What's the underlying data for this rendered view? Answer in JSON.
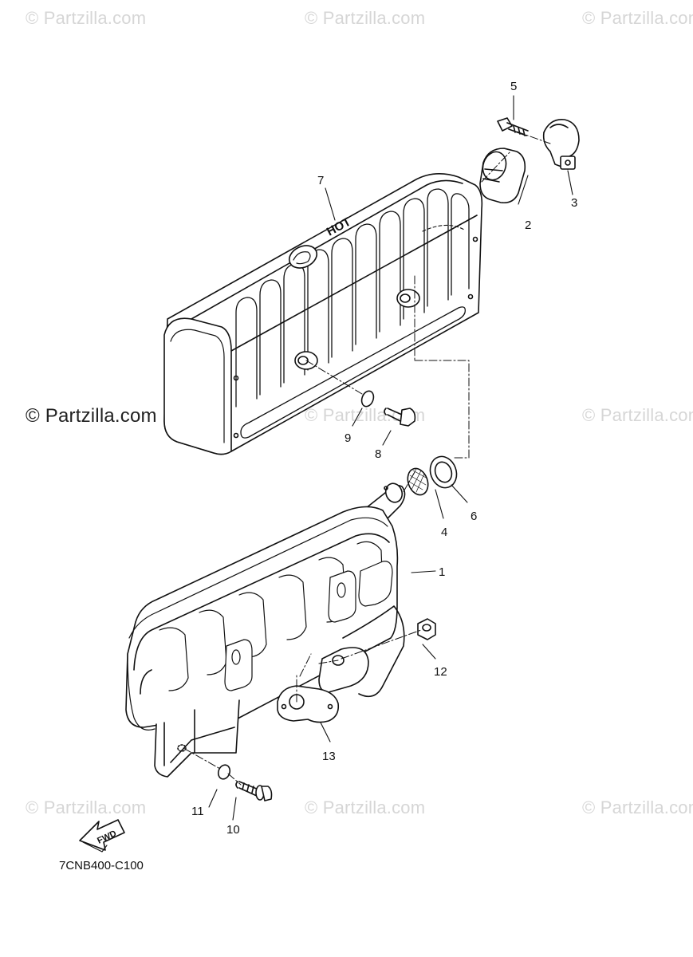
{
  "watermarks": {
    "faint": "© Partzilla.com",
    "strong": "© Partzilla.com"
  },
  "callouts": {
    "c1": "1",
    "c2": "2",
    "c3": "3",
    "c4": "4",
    "c5": "5",
    "c6": "6",
    "c7": "7",
    "c8": "8",
    "c9": "9",
    "c10": "10",
    "c11": "11",
    "c12": "12",
    "c13": "13"
  },
  "heat_shield_text": "HOT",
  "arrow_label": "FWD",
  "diagram_code": "7CNB400-C100"
}
